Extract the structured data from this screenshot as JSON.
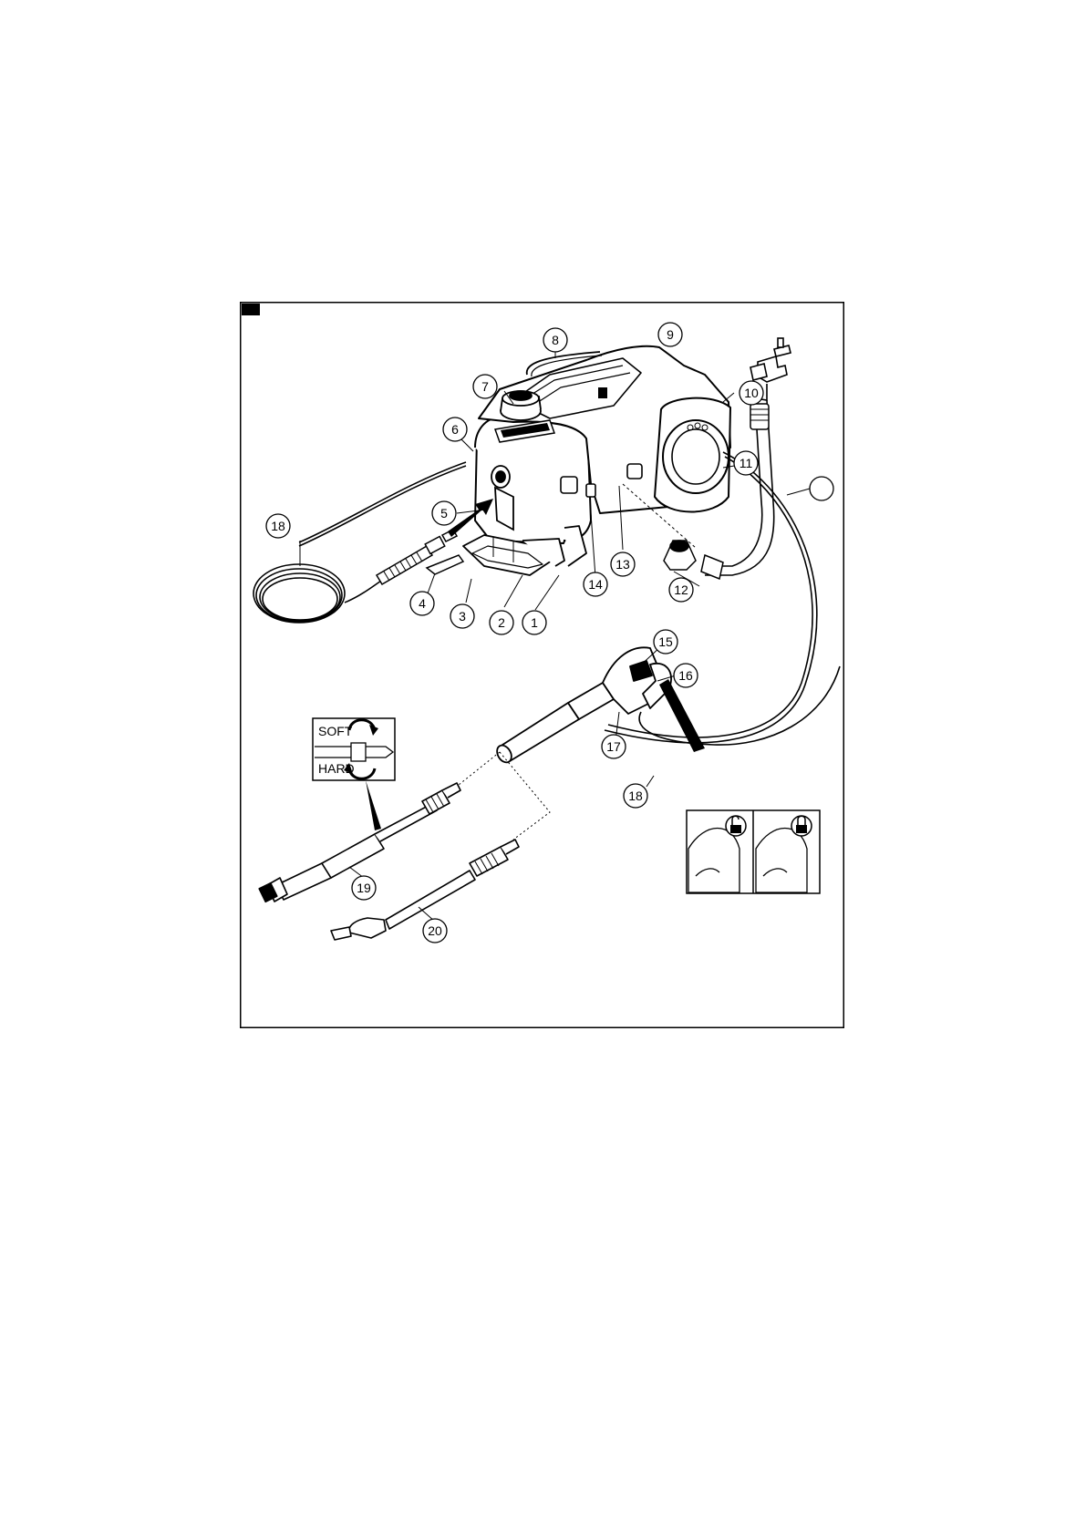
{
  "figure": {
    "callouts": {
      "c1": "1",
      "c2": "2",
      "c3": "3",
      "c4": "4",
      "c5": "5",
      "c6": "6",
      "c7": "7",
      "c8": "8",
      "c9": "9",
      "c10": "10",
      "c11": "11",
      "c12": "12",
      "c13": "13",
      "c14": "14",
      "c15": "15",
      "c16": "16",
      "c17": "17",
      "c18a": "18",
      "c18b": "18",
      "c19": "19",
      "c20": "20"
    },
    "inset_labels": {
      "soft": "SOFT",
      "hard": "HARD"
    }
  }
}
